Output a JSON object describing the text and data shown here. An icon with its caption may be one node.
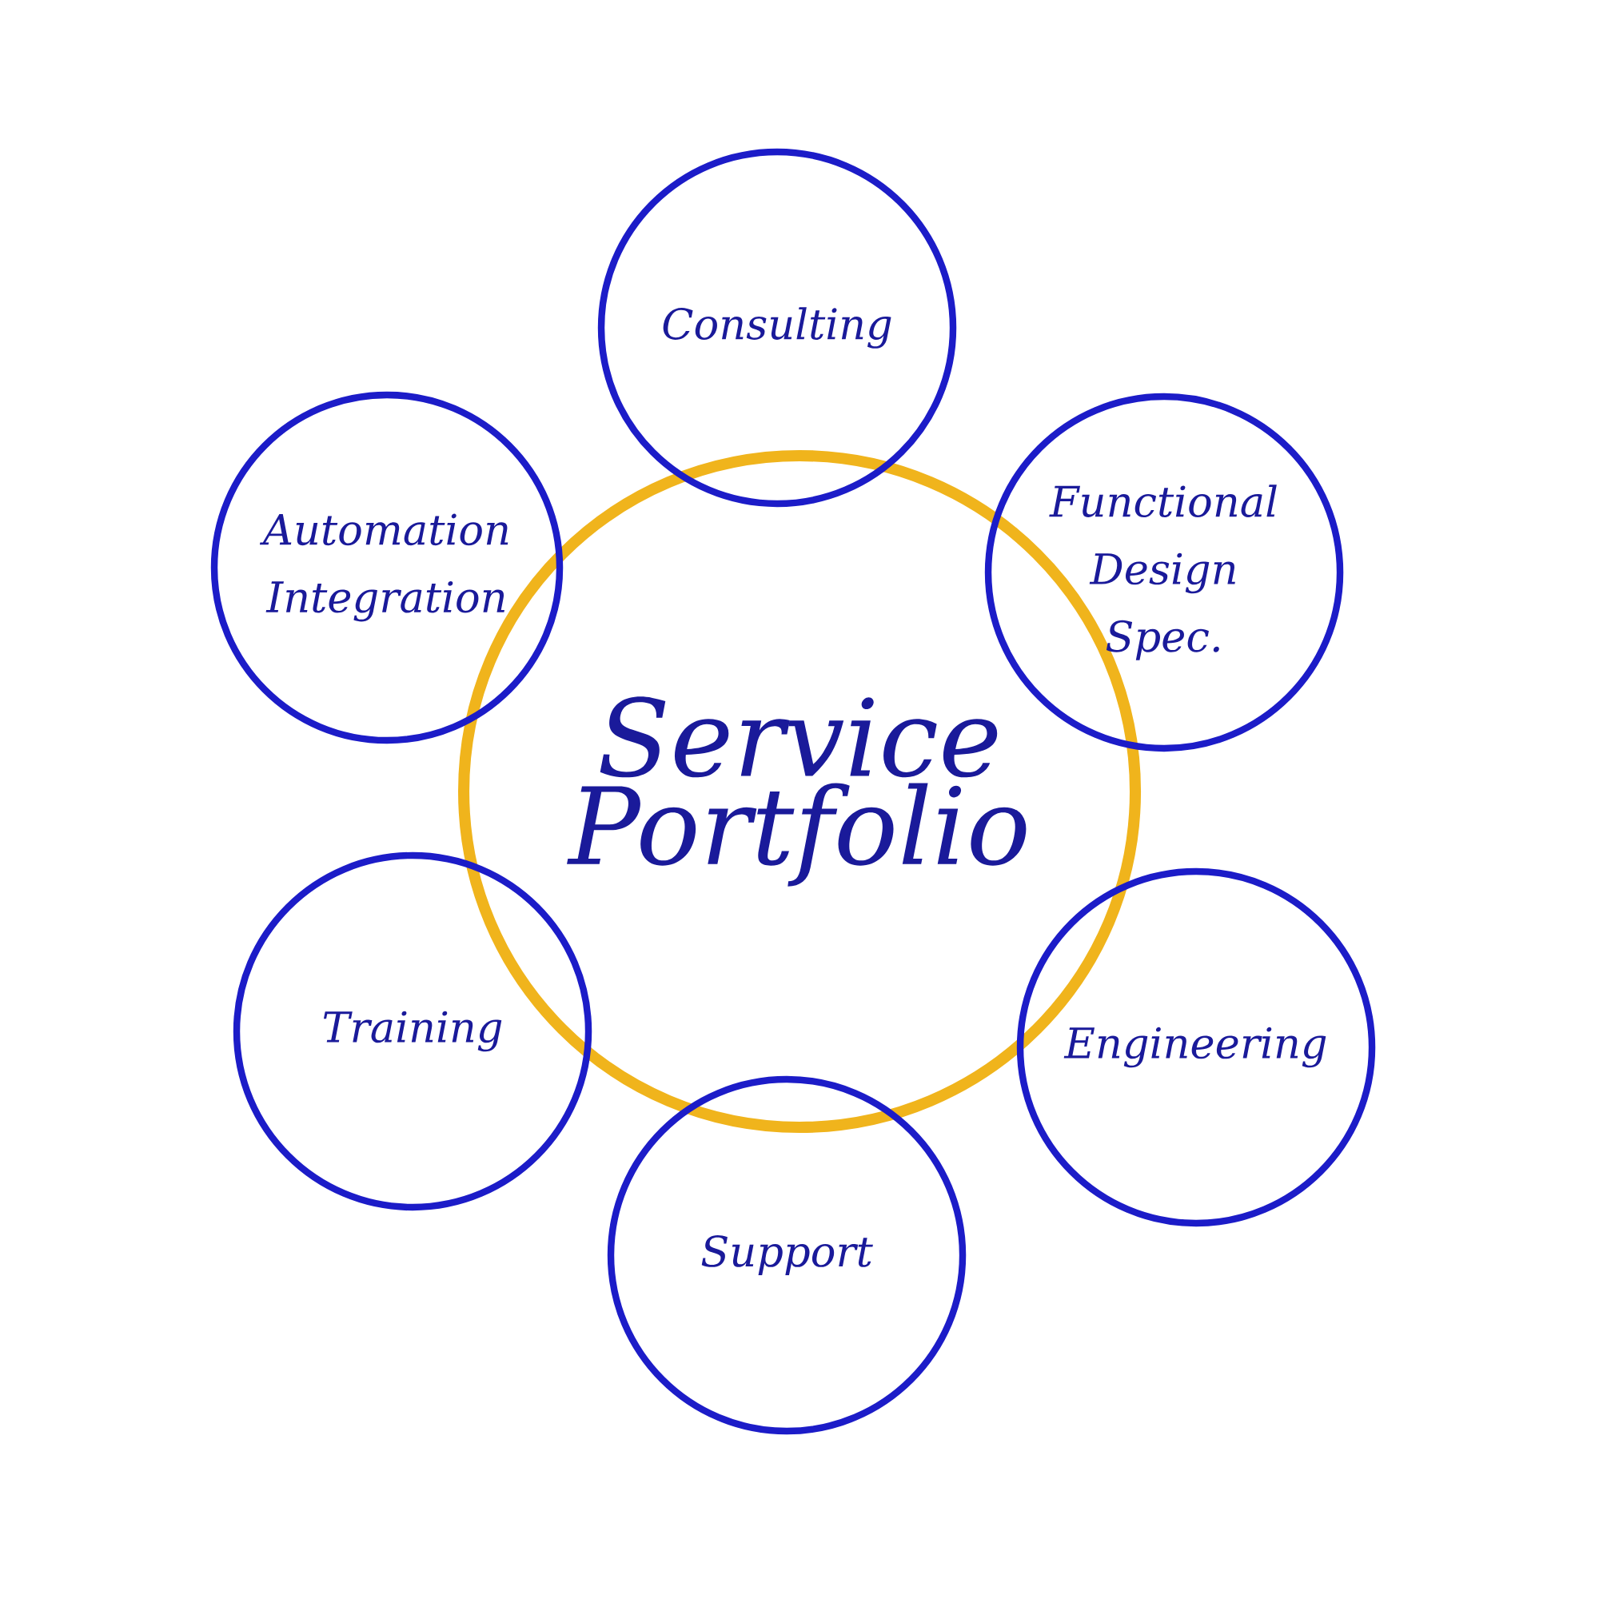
{
  "diagram": {
    "nodes": [
      {
        "text": [
          "Service Portfolio"
        ]
      },
      {
        "text": [
          "Consulting"
        ]
      },
      {
        "text": [
          "Functional Design Spec."
        ]
      },
      {
        "text": [
          "Engineering"
        ]
      },
      {
        "text": [
          "Support"
        ]
      },
      {
        "text": [
          "Training"
        ]
      },
      {
        "text": [
          "Automation Integration"
        ]
      }
    ],
    "edges": []
  }
}
